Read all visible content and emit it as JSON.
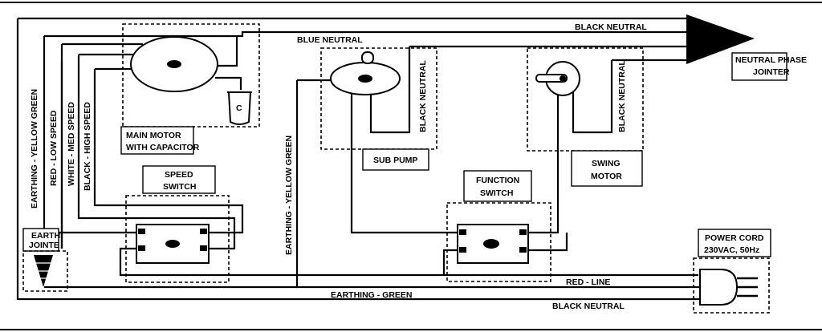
{
  "labels": {
    "black_neutral_top": "BLACK NEUTRAL",
    "blue_neutral": "BLUE NEUTRAL",
    "neutral_phase_jointer_1": "NEUTRAL PHASE",
    "neutral_phase_jointer_2": "JOINTER",
    "earthing_yellow_green_left": "EARTHING - YELLOW GREEN",
    "red_low_speed": "RED - LOW SPEED",
    "white_med_speed": "WHITE - MED SPEED",
    "black_high_speed": "BLACK - HIGH SPEED",
    "capacitor": "C",
    "main_motor_1": "MAIN MOTOR",
    "main_motor_2": "WITH CAPACITOR",
    "speed_switch_1": "SPEED",
    "speed_switch_2": "SWITCH",
    "earth_jointer_1": "EARTH",
    "earth_jointer_2": "JOINTE",
    "earthing_yellow_green_mid": "EARTHING - YELLOW GREEN",
    "sub_pump_black_neutral": "BLACK NEUTRAL",
    "sub_pump": "SUB PUMP",
    "swing_black_neutral": "BLACK NEUTRAL",
    "swing_motor_1": "SWING",
    "swing_motor_2": "MOTOR",
    "function_switch_1": "FUNCTION",
    "function_switch_2": "SWITCH",
    "power_cord_1": "POWER CORD",
    "power_cord_2": "230VAC, 50Hz",
    "red_line": "RED - LINE",
    "earthing_green": "EARTHING - GREEN",
    "black_neutral_bottom": "BLACK NEUTRAL"
  }
}
